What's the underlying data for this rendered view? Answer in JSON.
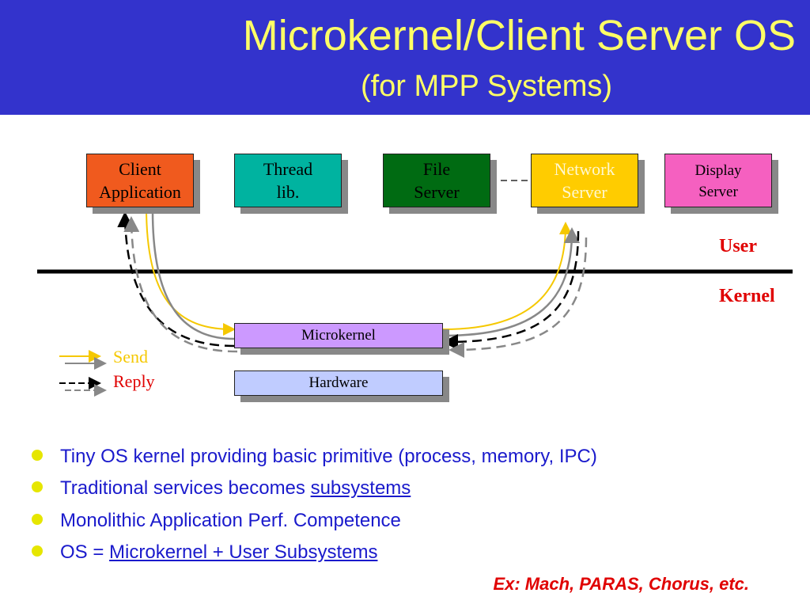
{
  "title": "Microkernel/Client Server OS",
  "subtitle": "(for MPP Systems)",
  "boxes": {
    "client": [
      "Client",
      "Application"
    ],
    "thread": [
      "Thread",
      "lib."
    ],
    "file": [
      "File",
      "Server"
    ],
    "network": [
      "Network",
      "Server"
    ],
    "display": [
      "Display",
      "Server"
    ]
  },
  "microkernel": "Microkernel",
  "hardware": "Hardware",
  "user_label": "User",
  "kernel_label": "Kernel",
  "legend": {
    "send": "Send",
    "reply": "Reply"
  },
  "bullets": [
    {
      "text": "Tiny OS kernel providing basic primitive (process, memory, IPC)"
    },
    {
      "text": "Traditional services becomes ",
      "link": "subsystems"
    },
    {
      "text": "Monolithic Application Perf. Competence"
    },
    {
      "text": "OS = ",
      "link": "Microkernel + User Subsystems"
    }
  ],
  "example": "Ex: Mach, PARAS, Chorus, etc.",
  "colors": {
    "header": "#3333cc",
    "title": "#ffff66",
    "client": "#f05a1e",
    "thread": "#00b3a0",
    "file": "#006b12",
    "network": "#ffcc00",
    "display": "#f560c0",
    "microkernel": "#cc99ff",
    "hardware": "#c0ccff"
  }
}
